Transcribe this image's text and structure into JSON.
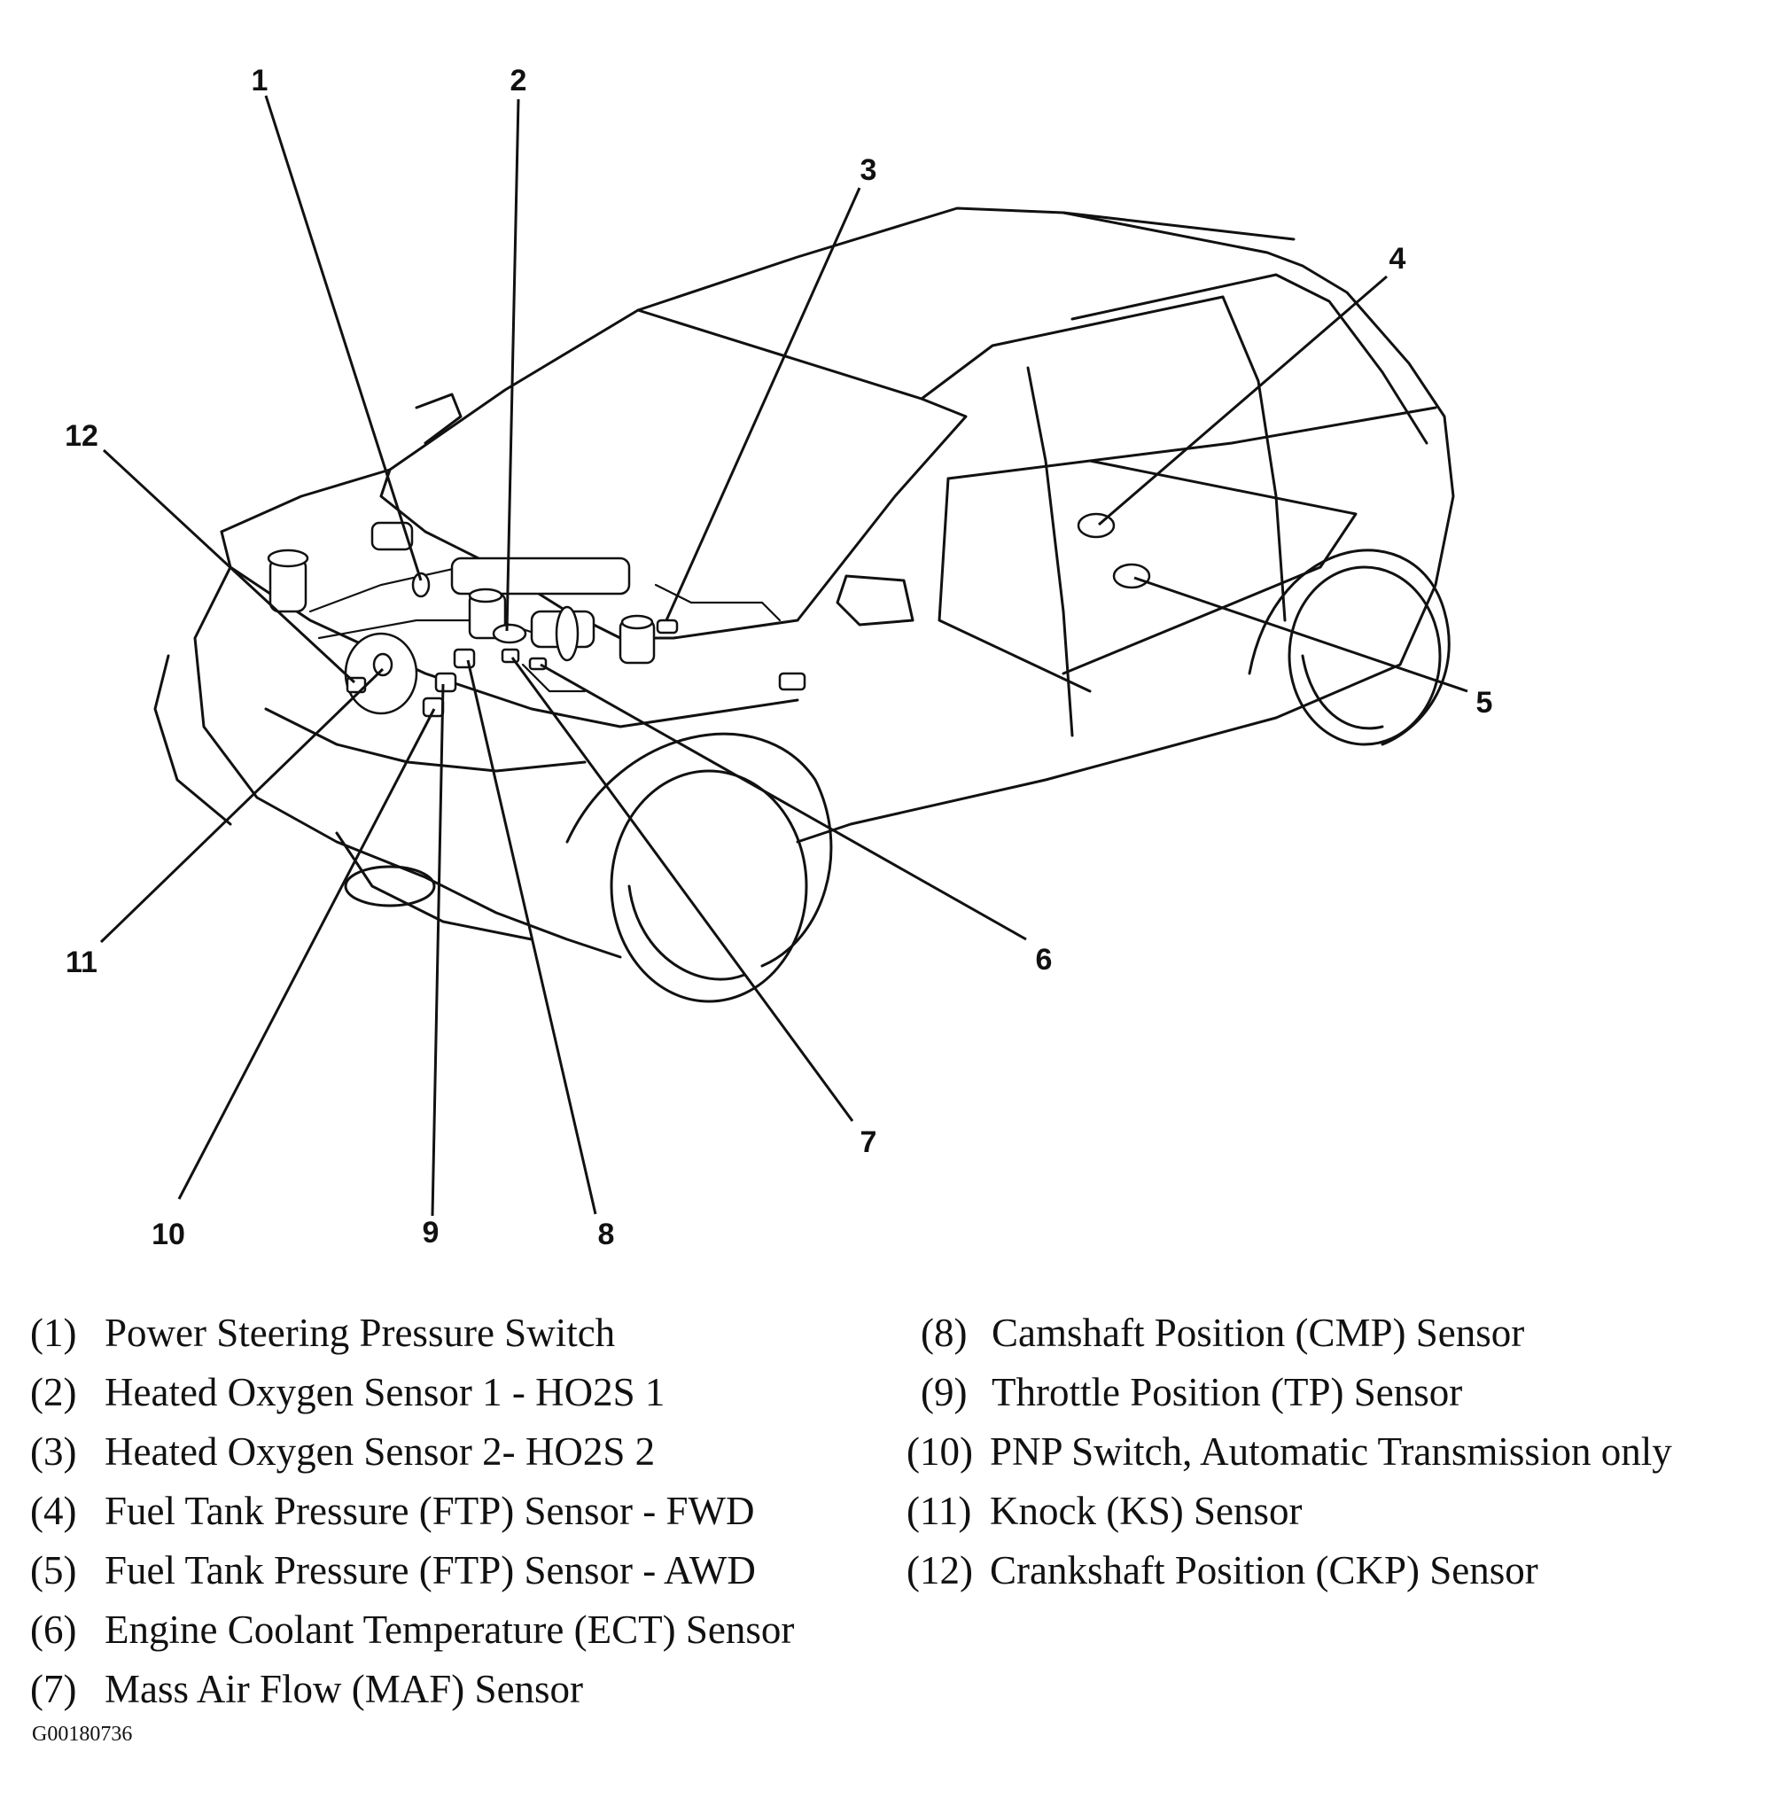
{
  "callouts": {
    "c1": "1",
    "c2": "2",
    "c3": "3",
    "c4": "4",
    "c5": "5",
    "c6": "6",
    "c7": "7",
    "c8": "8",
    "c9": "9",
    "c10": "10",
    "c11": "11",
    "c12": "12"
  },
  "legend": {
    "left": [
      {
        "num": "(1)",
        "text": "Power Steering Pressure Switch"
      },
      {
        "num": "(2)",
        "text": "Heated Oxygen Sensor 1 - HO2S 1"
      },
      {
        "num": "(3)",
        "text": "Heated Oxygen Sensor 2- HO2S 2"
      },
      {
        "num": "(4)",
        "text": "Fuel Tank Pressure (FTP) Sensor - FWD"
      },
      {
        "num": "(5)",
        "text": "Fuel Tank Pressure (FTP) Sensor - AWD"
      },
      {
        "num": "(6)",
        "text": "Engine Coolant Temperature (ECT) Sensor"
      },
      {
        "num": "(7)",
        "text": "Mass Air Flow (MAF) Sensor"
      }
    ],
    "right": [
      {
        "num": "(8)",
        "text": "Camshaft Position (CMP) Sensor"
      },
      {
        "num": "(9)",
        "text": "Throttle Position (TP) Sensor"
      },
      {
        "num": "(10)",
        "text": "PNP Switch, Automatic Transmission only"
      },
      {
        "num": "(11)",
        "text": "Knock (KS) Sensor"
      },
      {
        "num": "(12)",
        "text": "Crankshaft Position (CKP) Sensor"
      }
    ]
  },
  "figure_id": "G00180736"
}
